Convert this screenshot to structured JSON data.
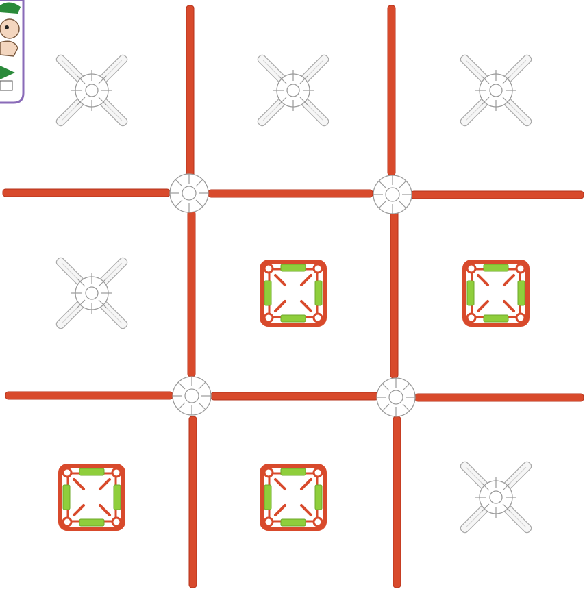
{
  "colors": {
    "rod": "#d84a2c",
    "rod_edge": "#b5321a",
    "connector": "#ffffff",
    "connector_stroke": "#9a9a9a",
    "o_frame": "#d84a2c",
    "o_insert": "#8fce3c",
    "x_piece": "#f4f4f4",
    "x_stroke": "#a8a8a8",
    "badge_border": "#8a6bb8",
    "badge_green": "#2a8a3a"
  },
  "icons": {
    "badge": "cartoon-mascot-icon",
    "x_piece": "white-x-piece-icon",
    "o_piece": "red-green-square-piece-icon",
    "hub": "white-hub-connector-icon"
  },
  "board": {
    "rows": [
      [
        "X",
        "X",
        "X"
      ],
      [
        "X",
        "O",
        "O"
      ],
      [
        "O",
        "O",
        "X"
      ]
    ]
  }
}
